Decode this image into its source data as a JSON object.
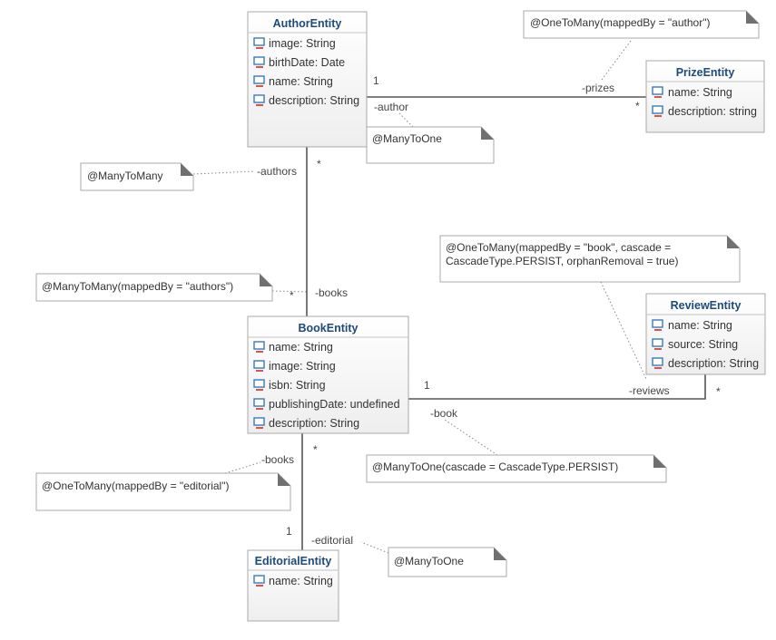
{
  "classes": [
    {
      "id": "author",
      "name": "AuthorEntity",
      "attributes": [
        "image: String",
        "birthDate: Date",
        "name: String",
        "description: String"
      ]
    },
    {
      "id": "prize",
      "name": "PrizeEntity",
      "attributes": [
        "name: String",
        "description: string"
      ]
    },
    {
      "id": "book",
      "name": "BookEntity",
      "attributes": [
        "name: String",
        "image: String",
        "isbn: String",
        "publishingDate: undefined",
        "description: String"
      ]
    },
    {
      "id": "review",
      "name": "ReviewEntity",
      "attributes": [
        "name: String",
        "source: String",
        "description: String"
      ]
    },
    {
      "id": "editorial",
      "name": "EditorialEntity",
      "attributes": [
        "name: String"
      ]
    }
  ],
  "notes": [
    {
      "id": "note-prizes",
      "lines": [
        "@OneToMany(mappedBy = \"author\")"
      ]
    },
    {
      "id": "note-author",
      "lines": [
        "@ManyToOne"
      ]
    },
    {
      "id": "note-authors",
      "lines": [
        "@ManyToMany"
      ]
    },
    {
      "id": "note-books-authors",
      "lines": [
        "@ManyToMany(mappedBy = \"authors\")"
      ]
    },
    {
      "id": "note-reviews",
      "lines": [
        "@OneToMany(mappedBy = \"book\", cascade =",
        "CascadeType.PERSIST, orphanRemoval = true)"
      ]
    },
    {
      "id": "note-book",
      "lines": [
        "@ManyToOne(cascade = CascadeType.PERSIST)"
      ]
    },
    {
      "id": "note-books-editorial",
      "lines": [
        "@OneToMany(mappedBy = \"editorial\")"
      ]
    },
    {
      "id": "note-editorial",
      "lines": [
        "@ManyToOne"
      ]
    }
  ],
  "associations": [
    {
      "id": "author-prize",
      "role_source": "-author",
      "role_target": "-prizes",
      "mult_source": "1",
      "mult_target": "*"
    },
    {
      "id": "author-book",
      "role_source": "-authors",
      "role_target": "-books",
      "mult_source": "*",
      "mult_target": "*"
    },
    {
      "id": "book-review",
      "role_source": "-book",
      "role_target": "-reviews",
      "mult_source": "1",
      "mult_target": "*"
    },
    {
      "id": "book-editorial",
      "role_source": "-books",
      "role_target": "-editorial",
      "mult_source": "*",
      "mult_target": "1"
    }
  ],
  "colors": {
    "class_title": "#1d4b7a",
    "class_fill_top": "#ffffff",
    "class_fill_bottom": "#eeeeee",
    "attribute_icon": "#3b7ab8",
    "attribute_icon_mark": "#d9534f",
    "line": "#555555",
    "note_fold": "#707070"
  },
  "icons": {
    "attribute": "field-icon"
  }
}
